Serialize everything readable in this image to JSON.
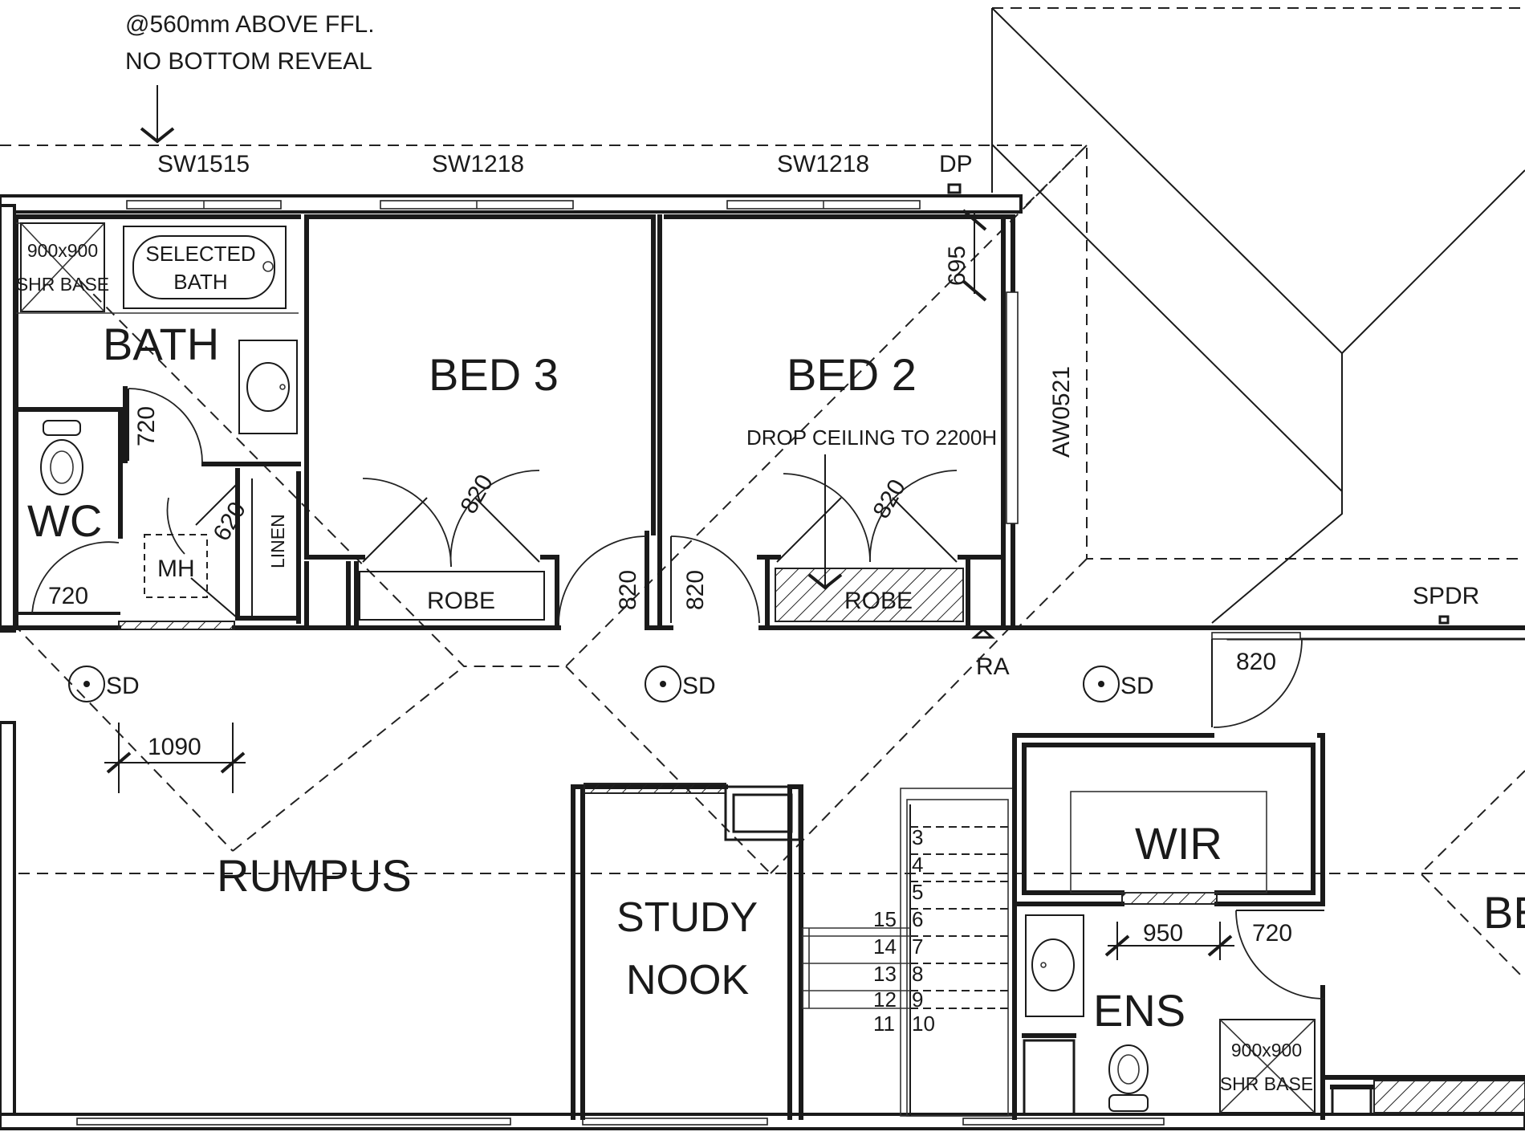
{
  "notes": {
    "line1": "@560mm ABOVE FFL.",
    "line2": "NO BOTTOM REVEAL",
    "drop_ceiling": "DROP CEILING TO 2200H"
  },
  "windows": {
    "sw1515": "SW1515",
    "sw1218_a": "SW1218",
    "sw1218_b": "SW1218",
    "aw0521": "AW0521",
    "spdr": "SPDR"
  },
  "markers": {
    "dp": "DP",
    "ra": "RA",
    "mh": "MH",
    "sd1": "SD",
    "sd2": "SD",
    "sd3": "SD"
  },
  "rooms": {
    "bath": "BATH",
    "wc": "WC",
    "bed3": "BED 3",
    "bed2": "BED 2",
    "rumpus": "RUMPUS",
    "study_line1": "STUDY",
    "study_line2": "NOOK",
    "wir": "WIR",
    "ens": "ENS",
    "bed_partial": "BE"
  },
  "fixtures": {
    "shower1_line1": "900x900",
    "shower1_line2": "SHR BASE",
    "bath_line1": "SELECTED",
    "bath_line2": "BATH",
    "linen": "LINEN",
    "robe_bed3": "ROBE",
    "robe_bed2": "ROBE",
    "shower2_line1": "900x900",
    "shower2_line2": "SHR BASE"
  },
  "dimensions": {
    "d695": "695",
    "d720_bath": "720",
    "d620": "620",
    "d720_wc": "720",
    "d820_bed3": "820",
    "d820_door_l": "820",
    "d820_door_r": "820",
    "d820_bed2": "820",
    "d820_wir": "820",
    "d1090": "1090",
    "d950": "950",
    "d720_ens": "720"
  },
  "stairs": [
    "3",
    "4",
    "5",
    "6",
    "7",
    "8",
    "9",
    "10",
    "11",
    "12",
    "13",
    "14",
    "15"
  ]
}
